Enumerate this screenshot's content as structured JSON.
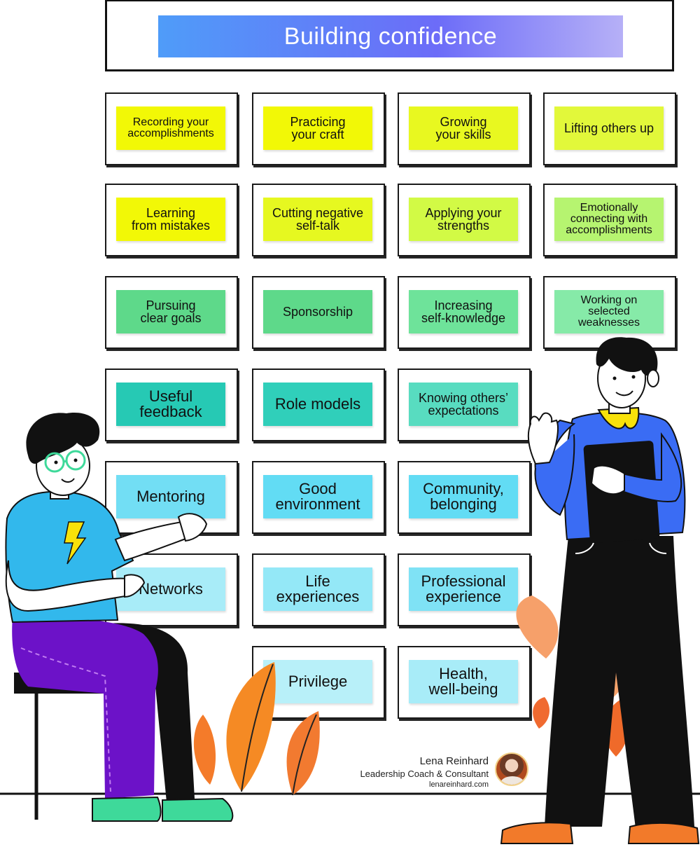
{
  "title": "Building confidence",
  "colors": {
    "title_gradient": [
      "#4f9cf9",
      "#6c6cf8",
      "#b6b0f7"
    ],
    "yellow": "#f2f806",
    "lime": "#d2fa45",
    "green": "#7ee89c",
    "teal": "#33d3b3",
    "cyan": "#62e0f3",
    "lightcyan": "#a8ecf8",
    "accent_orange": "#f27a2a",
    "purple": "#6c12c8",
    "blue": "#3a6cf4",
    "tshirt": "#32b8ec"
  },
  "cards": [
    {
      "text": "Recording your\naccomplishments",
      "color": "#f2f806",
      "size": "s"
    },
    {
      "text": "Practicing\nyour craft",
      "color": "#f2f806",
      "size": "m"
    },
    {
      "text": "Growing\nyour skills",
      "color": "#e8f820",
      "size": "m"
    },
    {
      "text": "Lifting others up",
      "color": "#e2f83a",
      "size": "m"
    },
    {
      "text": "Learning\nfrom mistakes",
      "color": "#f2f806",
      "size": "m"
    },
    {
      "text": "Cutting negative\nself-talk",
      "color": "#e6f820",
      "size": "m"
    },
    {
      "text": "Applying your\nstrengths",
      "color": "#d2fa45",
      "size": "m"
    },
    {
      "text": "Emotionally\nconnecting with\naccomplishments",
      "color": "#b6f470",
      "size": "s"
    },
    {
      "text": "Pursuing\nclear goals",
      "color": "#5ed98a",
      "size": "m"
    },
    {
      "text": "Sponsorship",
      "color": "#5ed98a",
      "size": "m"
    },
    {
      "text": "Increasing\nself-knowledge",
      "color": "#6ee39a",
      "size": "m"
    },
    {
      "text": "Working on\nselected\nweaknesses",
      "color": "#86eaa8",
      "size": "s"
    },
    {
      "text": "Useful\nfeedback",
      "color": "#26c9b4",
      "size": "l"
    },
    {
      "text": "Role models",
      "color": "#30cfba",
      "size": "l"
    },
    {
      "text": "Knowing others’\nexpectations",
      "color": "#58dcc0",
      "size": "m"
    },
    {
      "text": "Mentoring",
      "color": "#72def4",
      "size": "l"
    },
    {
      "text": "Good\nenvironment",
      "color": "#62dcf4",
      "size": "l"
    },
    {
      "text": "Community,\nbelonging",
      "color": "#62dcf4",
      "size": "l"
    },
    {
      "text": "Networks",
      "color": "#a8ecf8",
      "size": "l"
    },
    {
      "text": "Life\nexperiences",
      "color": "#94e8f7",
      "size": "l"
    },
    {
      "text": "Professional\nexperience",
      "color": "#7fe2f5",
      "size": "l"
    },
    {
      "text": "Privilege",
      "color": "#b8f0f9",
      "size": "l"
    },
    {
      "text": "Health,\nwell-being",
      "color": "#a8ecf8",
      "size": "l"
    }
  ],
  "credit": {
    "name": "Lena Reinhard",
    "role": "Leadership Coach & Consultant",
    "website": "lenareinhard.com"
  }
}
